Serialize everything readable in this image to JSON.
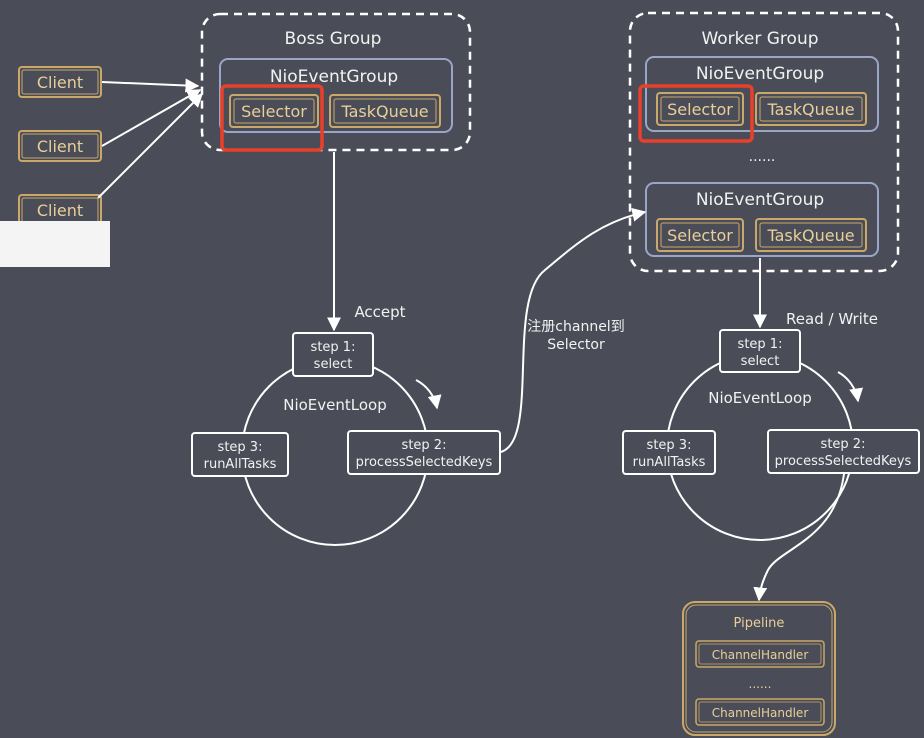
{
  "clients": [
    "Client",
    "Client",
    "Client"
  ],
  "boss_group": {
    "title": "Boss Group",
    "event_group": {
      "title": "NioEventGroup",
      "selector": "Selector",
      "task_queue": "TaskQueue"
    }
  },
  "worker_group": {
    "title": "Worker Group",
    "event_group_1": {
      "title": "NioEventGroup",
      "selector": "Selector",
      "task_queue": "TaskQueue"
    },
    "ellipsis": "......",
    "event_group_2": {
      "title": "NioEventGroup",
      "selector": "Selector",
      "task_queue": "TaskQueue"
    }
  },
  "boss_loop": {
    "edge_label": "Accept",
    "center": "NioEventLoop",
    "step1": [
      "step 1:",
      "select"
    ],
    "step2": [
      "step 2:",
      "processSelectedKeys"
    ],
    "step3": [
      "step 3:",
      "runAllTasks"
    ]
  },
  "register_label": [
    "注册channel到",
    "Selector"
  ],
  "worker_loop": {
    "edge_label": "Read / Write",
    "center": "NioEventLoop",
    "step1": [
      "step 1:",
      "select"
    ],
    "step2": [
      "step 2:",
      "processSelectedKeys"
    ],
    "step3": [
      "step 3:",
      "runAllTasks"
    ]
  },
  "pipeline": {
    "title": "Pipeline",
    "handler_1": "ChannelHandler",
    "ellipsis": "......",
    "handler_2": "ChannelHandler"
  },
  "colors": {
    "background": "#4a4d57",
    "client_border": "#c9a86a",
    "group_border": "#9aa6c8",
    "highlight": "#e8402a",
    "line": "#ffffff"
  }
}
